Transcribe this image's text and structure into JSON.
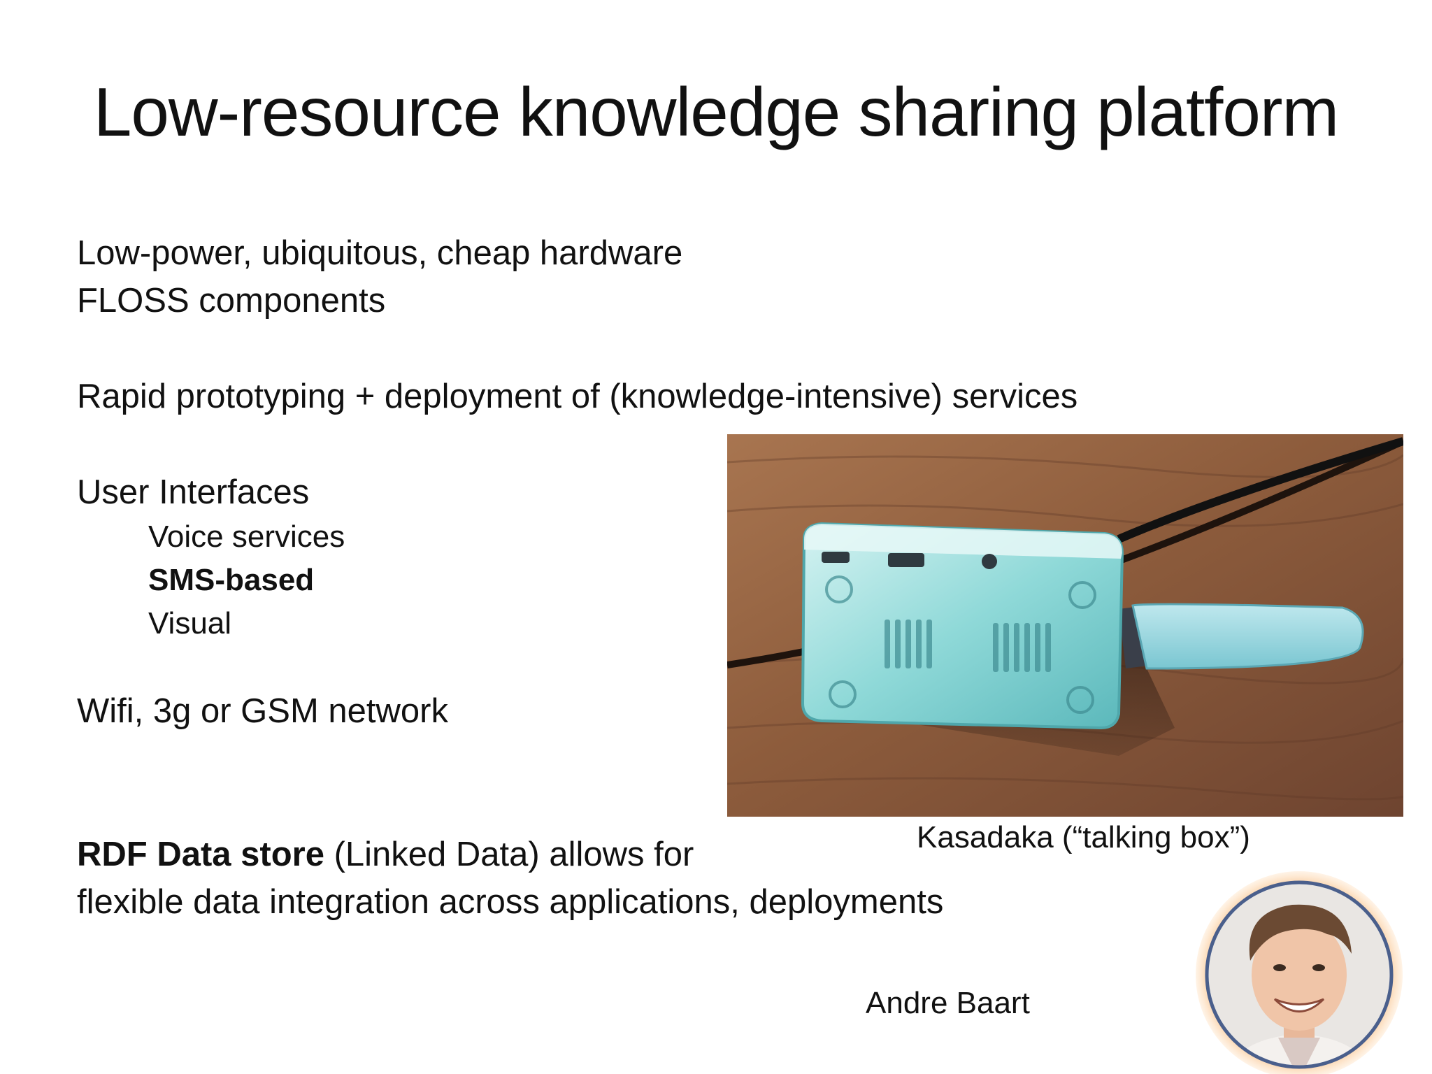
{
  "slide": {
    "title": "Low-resource knowledge sharing platform",
    "lines": {
      "hardware": "Low-power, ubiquitous, cheap hardware",
      "floss": "FLOSS components",
      "prototyping": "Rapid prototyping + deployment of (knowledge-intensive) services",
      "ui_heading": "User Interfaces",
      "ui_voice": "Voice services",
      "ui_sms": "SMS-based",
      "ui_visual": "Visual",
      "network": "Wifi, 3g or GSM network",
      "rdf_bold": "RDF Data store",
      "rdf_rest": " (Linked Data) allows for",
      "rdf_line2": "flexible data integration across applications, deployments"
    },
    "photo_caption": "Kasadaka (“talking box”)",
    "person_name": "Andre Baart"
  },
  "colors": {
    "background": "#ffffff",
    "text": "#111111",
    "portrait_ring": "#f2a65a",
    "portrait_border": "#4a5f8c",
    "device_case": "#7fd3d6",
    "table_wood": "#8a5a3b"
  },
  "icons": {
    "photo": "raspberry-pi-device-photo",
    "portrait": "person-portrait"
  }
}
